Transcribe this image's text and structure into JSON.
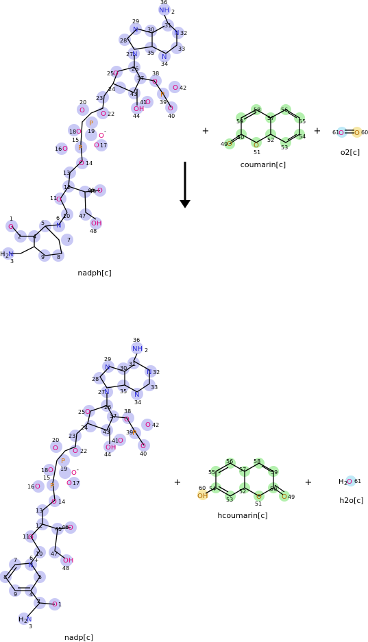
{
  "reaction": {
    "reactants": [
      {
        "name": "nadph[c]"
      },
      {
        "name": "coumarin[c]"
      },
      {
        "name": "o2[c]"
      }
    ],
    "products": [
      {
        "name": "nadp[c]"
      },
      {
        "name": "hcoumarin[c]"
      },
      {
        "name": "h2o[c]"
      }
    ],
    "plus": "+",
    "arrow_direction": "down"
  },
  "colors": {
    "highlight_nad": "#c9c9f5",
    "highlight_coumarin": "#b4f0ae",
    "highlight_o2": "#bfe9f7",
    "nitrogen": "#2b2bd8",
    "oxygen": "#e0007a",
    "phosphorus": "#e07a00"
  }
}
